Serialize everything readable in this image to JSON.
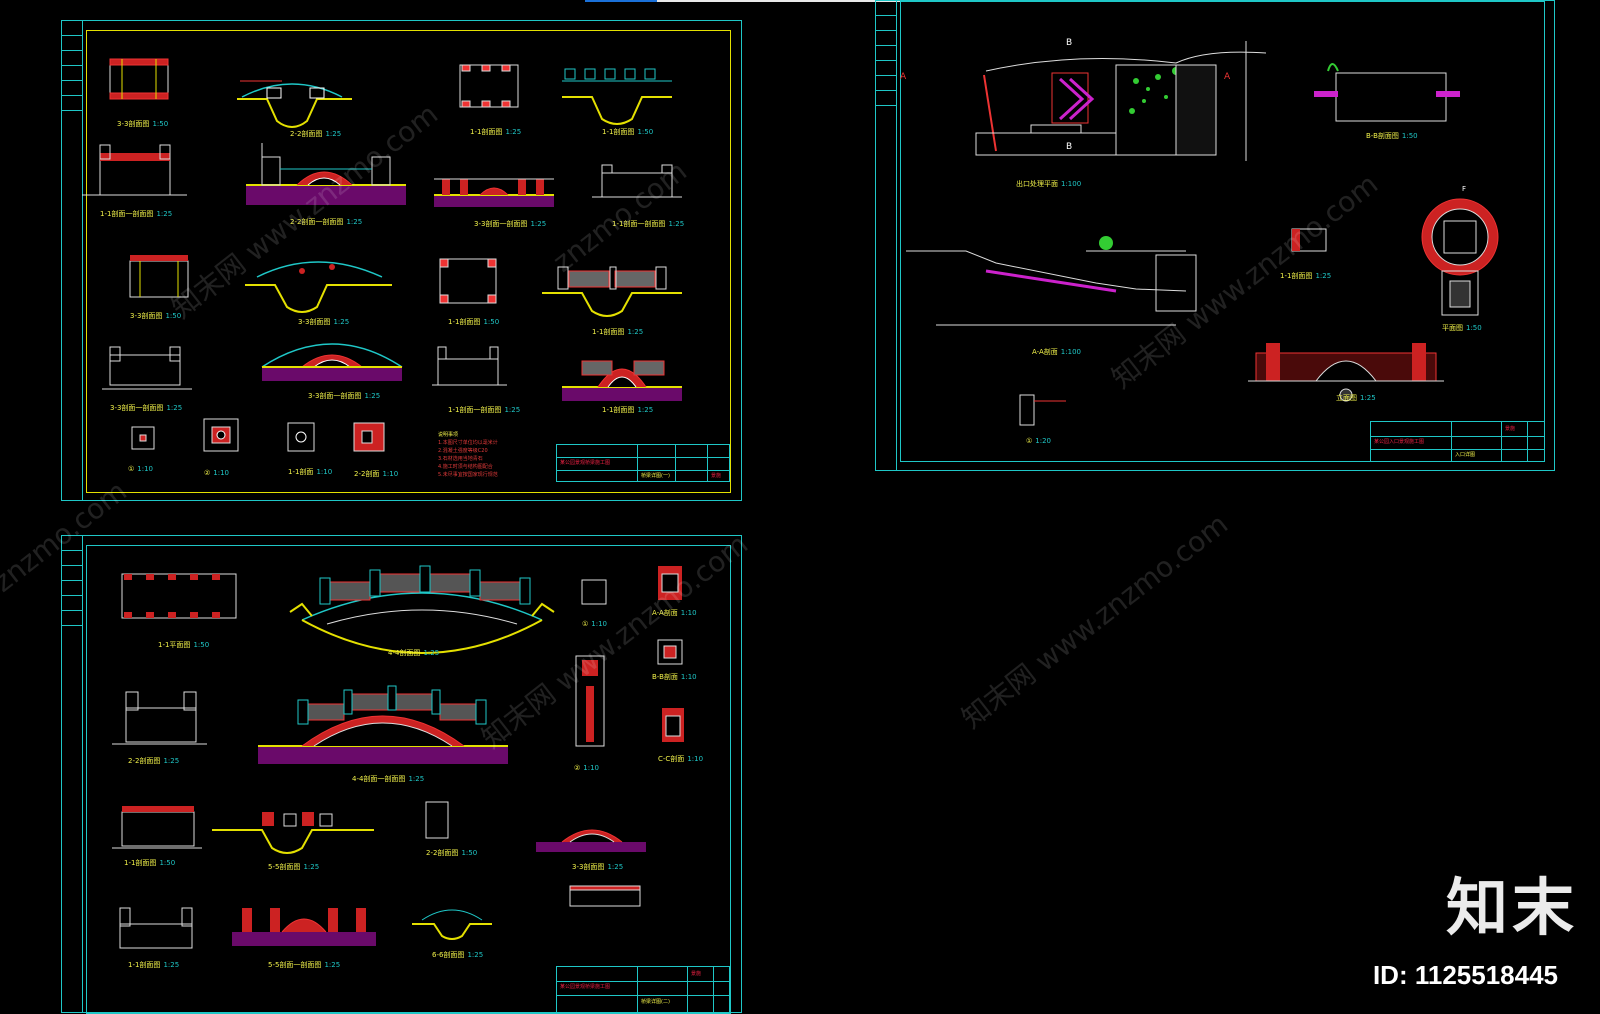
{
  "window": {
    "brand_label": "知末",
    "id_label": "ID: 1125518445",
    "watermark_text": "znzmo.com",
    "watermark_cn": "知末网 www.znzmo.com"
  },
  "sheet1": {
    "captions": [
      {
        "text": "3-3剖面图",
        "scale": "1:50"
      },
      {
        "text": "2-2剖面图",
        "scale": "1:25"
      },
      {
        "text": "1-1剖面图",
        "scale": "1:25"
      },
      {
        "text": "1-1剖面图",
        "scale": "1:50"
      },
      {
        "text": "1-1剖面一剖面图",
        "scale": "1:25"
      },
      {
        "text": "2-2剖面一剖面图",
        "scale": "1:25"
      },
      {
        "text": "3-3剖面一剖面图",
        "scale": "1:25"
      },
      {
        "text": "1-1剖面一剖面图",
        "scale": "1:25"
      },
      {
        "text": "3-3剖面图",
        "scale": "1:50"
      },
      {
        "text": "3-3剖面图",
        "scale": "1:25"
      },
      {
        "text": "1-1剖面图",
        "scale": "1:50"
      },
      {
        "text": "1-1剖面图",
        "scale": "1:25"
      },
      {
        "text": "3-3剖面一剖面图",
        "scale": "1:25"
      },
      {
        "text": "3-3剖面一剖面图",
        "scale": "1:25"
      },
      {
        "text": "1-1剖面一剖面图",
        "scale": "1:25"
      },
      {
        "text": "1-1剖面图",
        "scale": "1:25"
      },
      {
        "text": "①",
        "scale": "1:10"
      },
      {
        "text": "②",
        "scale": "1:10"
      },
      {
        "text": "1-1剖面",
        "scale": "1:10"
      },
      {
        "text": "2-2剖面",
        "scale": "1:10"
      }
    ],
    "notes": [
      "说明事项",
      "1.本图尺寸单位均以毫米计",
      "2.混凝土强度等级C20",
      "3.石材选用当地青石",
      "4.施工时须与结构图配合",
      "5.未尽事宜按国家现行规范"
    ],
    "title_block": {
      "project": "某公园景观桥梁施工图",
      "sheet": "桥梁详图(一)",
      "code": "景施"
    }
  },
  "sheet2": {
    "captions": [
      {
        "text": "出口处理平面",
        "scale": "1:100"
      },
      {
        "text": "B-B剖面图",
        "scale": "1:50"
      },
      {
        "text": "A-A剖面",
        "scale": "1:100"
      },
      {
        "text": "1-1剖面图",
        "scale": "1:25"
      },
      {
        "text": "平面图",
        "scale": "1:50"
      },
      {
        "text": "立面图",
        "scale": "1:25"
      },
      {
        "text": "①",
        "scale": "1:20"
      }
    ],
    "markers": {
      "a_left": "A",
      "a_right": "A",
      "b_top": "B",
      "b_bottom": "B",
      "f_top": "F"
    },
    "title_block": {
      "project": "某公园入口景观施工图",
      "sheet": "入口详图",
      "code": "景施"
    }
  },
  "sheet3": {
    "captions": [
      {
        "text": "1-1平面图",
        "scale": "1:50"
      },
      {
        "text": "4-4剖面图",
        "scale": "1:25"
      },
      {
        "text": "①",
        "scale": "1:10"
      },
      {
        "text": "A-A剖面",
        "scale": "1:10"
      },
      {
        "text": "B-B剖面",
        "scale": "1:10"
      },
      {
        "text": "2-2剖面图",
        "scale": "1:25"
      },
      {
        "text": "4-4剖面一剖面图",
        "scale": "1:25"
      },
      {
        "text": "②",
        "scale": "1:10"
      },
      {
        "text": "C-C剖面",
        "scale": "1:10"
      },
      {
        "text": "1-1剖面图",
        "scale": "1:50"
      },
      {
        "text": "5-5剖面图",
        "scale": "1:25"
      },
      {
        "text": "2-2剖面图",
        "scale": "1:50"
      },
      {
        "text": "3-3剖面图",
        "scale": "1:25"
      },
      {
        "text": "1-1剖面图",
        "scale": "1:25"
      },
      {
        "text": "5-5剖面一剖面图",
        "scale": "1:25"
      },
      {
        "text": "6-6剖面图",
        "scale": "1:25"
      }
    ],
    "title_block": {
      "project": "某公园景观桥梁施工图",
      "sheet": "桥梁详图(二)",
      "code": "景施"
    }
  }
}
